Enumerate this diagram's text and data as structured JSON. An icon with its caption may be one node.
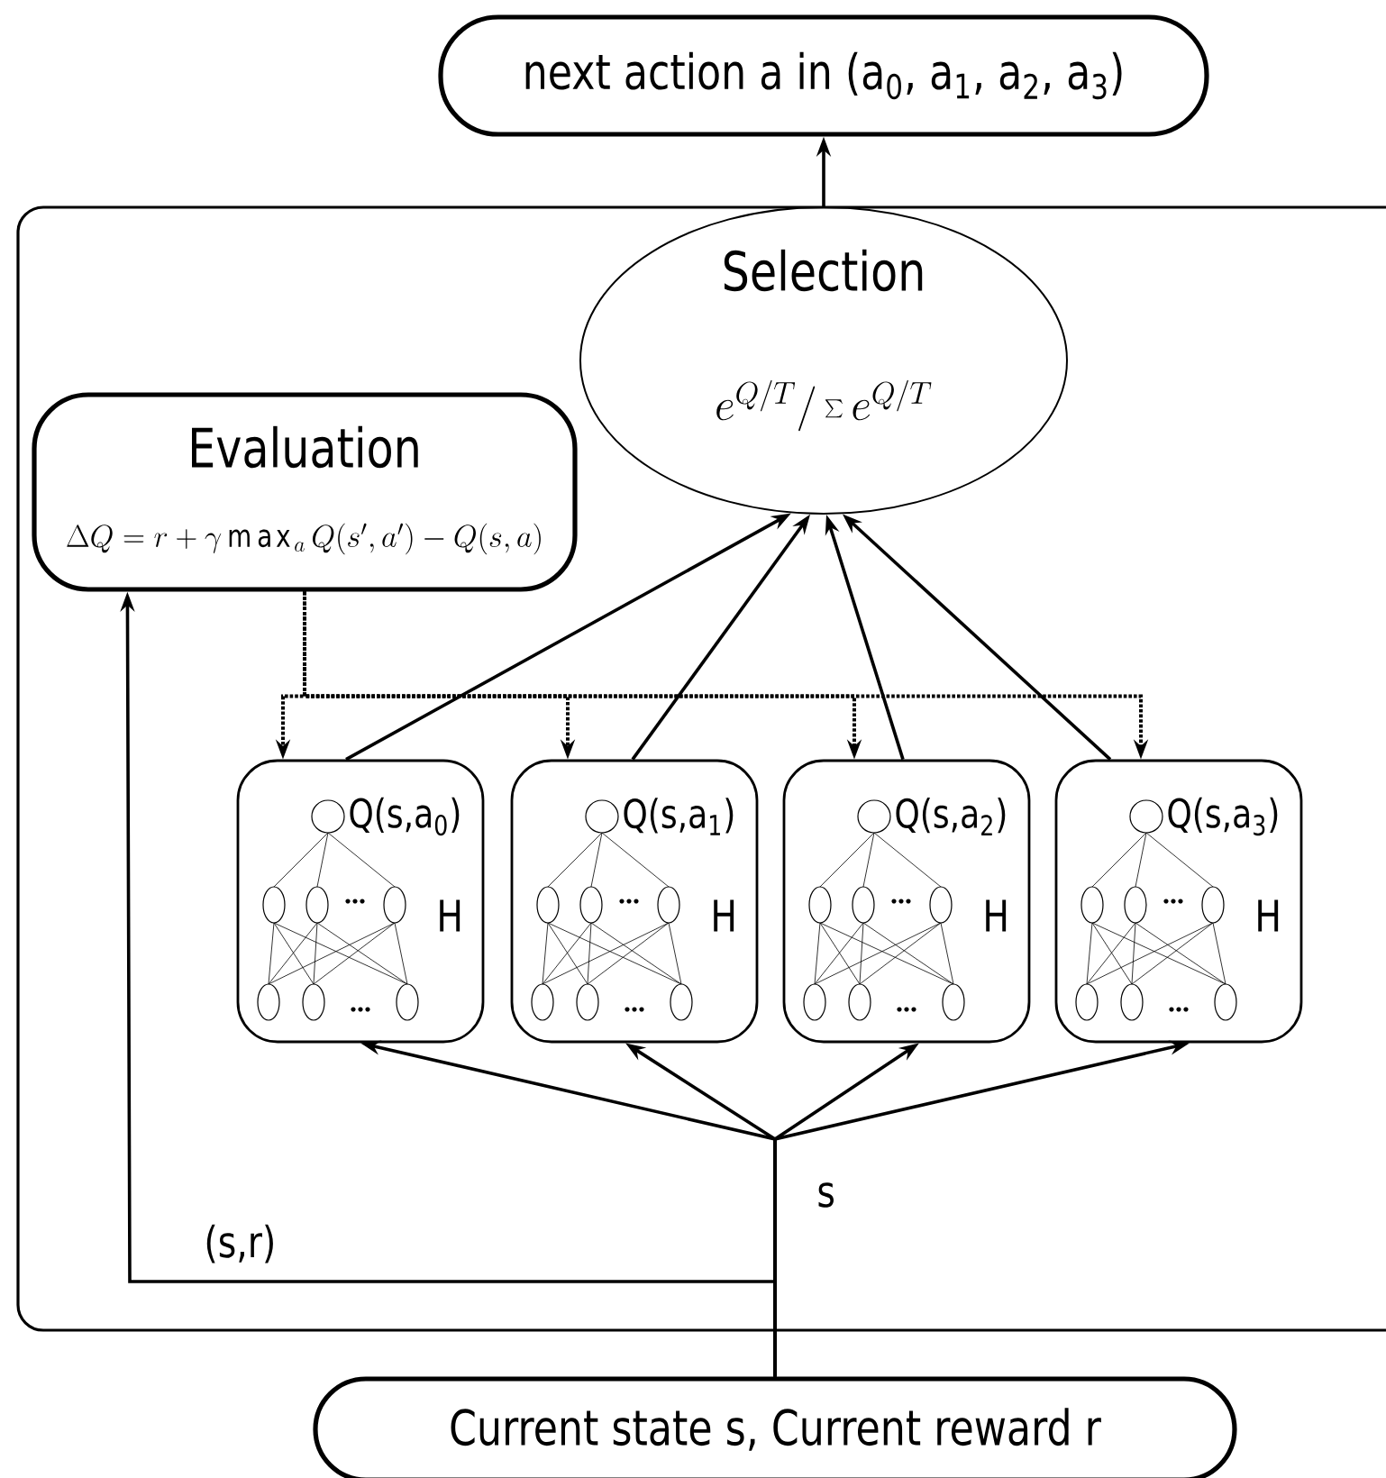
{
  "diagram": {
    "nodes": [
      {
        "text": [
          "next action a in (a$_{0}$, a$_{1}$, a$_{2}$, a$_{3}$)"
        ]
      },
      {
        "text": [],
        "shape": "box"
      },
      {
        "text": [
          "Selection",
          "e^{Q/T}\\Big/\\sum e^{Q/T}"
        ],
        "in": 1
      },
      {
        "text": [
          "Evaluation",
          "\\Delta Q = r + \\gamma \\max_{a} Q(s',a') - Q(s,a)"
        ],
        "in": 1
      },
      {
        "text": [
          "Q(s,a$_{0}$)",
          "H"
        ],
        "in": 1
      },
      {
        "text": [
          "Q(s,a$_{1}$)",
          "H"
        ],
        "in": 1
      },
      {
        "text": [
          "Q(s,a$_{2}$)",
          "H"
        ],
        "in": 1
      },
      {
        "text": [
          "Q(s,a$_{3}$)",
          "H"
        ],
        "in": 1
      },
      {
        "text": [
          "Current state s, Current reward r"
        ]
      }
    ],
    "edges": [
      {
        "from": 2,
        "to": 0,
        "arrow": "to"
      },
      {
        "from": 4,
        "to": 2,
        "arrow": "to"
      },
      {
        "from": 5,
        "to": 2,
        "arrow": "to"
      },
      {
        "from": 6,
        "to": 2,
        "arrow": "to"
      },
      {
        "from": 7,
        "to": 2,
        "arrow": "to"
      },
      {
        "from": 3,
        "to": 4,
        "arrow": "to",
        "style": "dashed"
      },
      {
        "from": 3,
        "to": 5,
        "arrow": "to",
        "style": "dashed"
      },
      {
        "from": 3,
        "to": 6,
        "arrow": "to",
        "style": "dashed"
      },
      {
        "from": 3,
        "to": 7,
        "arrow": "to",
        "style": "dashed"
      },
      {
        "from": 8,
        "to": 4,
        "arrow": "to",
        "label": "s"
      },
      {
        "from": 8,
        "to": 5,
        "arrow": "to"
      },
      {
        "from": 8,
        "to": 6,
        "arrow": "to"
      },
      {
        "from": 8,
        "to": 7,
        "arrow": "to"
      },
      {
        "from": 8,
        "to": 3,
        "arrow": "to",
        "label": "(s,r)"
      }
    ]
  }
}
